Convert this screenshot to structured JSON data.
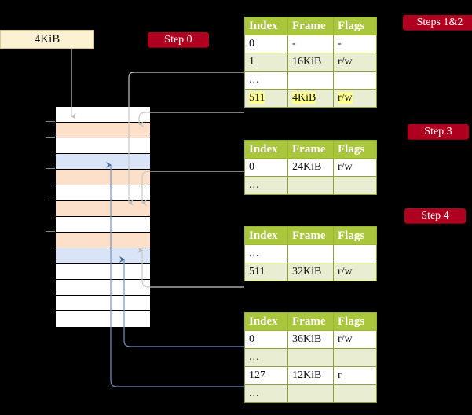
{
  "source": {
    "label": "4KiB"
  },
  "badges": [
    {
      "name": "step-0",
      "label": "Step 0"
    },
    {
      "name": "steps-1-2",
      "label": "Steps 1&2"
    },
    {
      "name": "step-3",
      "label": "Step 3"
    },
    {
      "name": "step-4",
      "label": "Step 4"
    }
  ],
  "columns": [
    "Index",
    "Frame",
    "Flags"
  ],
  "tables": [
    {
      "name": "level-1-page-table",
      "rows": [
        {
          "cells": [
            "0",
            "-",
            "-"
          ],
          "style": "plain",
          "highlight": false
        },
        {
          "cells": [
            "1",
            "16KiB",
            "r/w"
          ],
          "style": "alt",
          "highlight": false
        },
        {
          "cells": [
            "...",
            "",
            ""
          ],
          "style": "plain-dots",
          "highlight": false
        },
        {
          "cells": [
            "511",
            "4KiB",
            "r/w"
          ],
          "style": "alt",
          "highlight": true
        }
      ]
    },
    {
      "name": "level-2-page-table",
      "rows": [
        {
          "cells": [
            "0",
            "24KiB",
            "r/w"
          ],
          "style": "plain",
          "highlight": false
        },
        {
          "cells": [
            "...",
            "",
            ""
          ],
          "style": "alt-dots",
          "highlight": false
        }
      ]
    },
    {
      "name": "level-3-page-table",
      "rows": [
        {
          "cells": [
            "...",
            "",
            ""
          ],
          "style": "plain-dots",
          "highlight": false
        },
        {
          "cells": [
            "511",
            "32KiB",
            "r/w"
          ],
          "style": "alt",
          "highlight": false
        }
      ]
    },
    {
      "name": "level-4-page-table",
      "rows": [
        {
          "cells": [
            "0",
            "36KiB",
            "r/w"
          ],
          "style": "plain",
          "highlight": false
        },
        {
          "cells": [
            "...",
            "",
            ""
          ],
          "style": "alt-dots",
          "highlight": false
        },
        {
          "cells": [
            "127",
            "12KiB",
            "r"
          ],
          "style": "plain",
          "highlight": false
        },
        {
          "cells": [
            "...",
            "",
            ""
          ],
          "style": "alt-dots",
          "highlight": false
        }
      ]
    }
  ],
  "memory": {
    "name": "physical-memory-column",
    "rows": [
      {
        "fill": "white"
      },
      {
        "fill": "orange"
      },
      {
        "fill": "white"
      },
      {
        "fill": "blue"
      },
      {
        "fill": "orange"
      },
      {
        "fill": "white"
      },
      {
        "fill": "orange"
      },
      {
        "fill": "white"
      },
      {
        "fill": "orange"
      },
      {
        "fill": "blue"
      },
      {
        "fill": "white"
      },
      {
        "fill": "white"
      },
      {
        "fill": "white"
      },
      {
        "fill": "white"
      }
    ]
  },
  "colors": {
    "badge_background": "#b00020",
    "table_header": "#aac63c",
    "table_alt_row": "#e9eed3",
    "highlight": "#ffff8d",
    "memory_orange": "#fde0ca",
    "memory_blue": "#d9e5f7",
    "source_box": "#fdf1d4",
    "gray_arrow": "#b8b8b8",
    "blue_arrow": "#6c8ebf",
    "background": "#000000"
  }
}
